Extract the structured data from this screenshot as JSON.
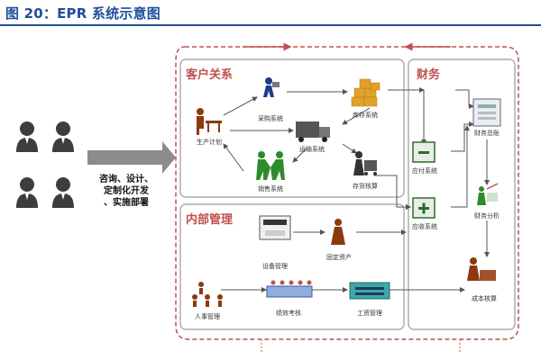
{
  "title": "图 20：EPR 系统示意图",
  "sections": {
    "customer": "客户关系",
    "finance": "财务",
    "internal": "内部管理"
  },
  "arrow_text": [
    "咨询、设计、",
    "定制化开发",
    "、实施部署"
  ],
  "nodes": {
    "purchase": "采购系统",
    "inventory": "库存系统",
    "production": "生产计划",
    "transport": "运输系统",
    "sales": "销售系统",
    "stock_accounting": "存货核算",
    "finance_total": "财务总账",
    "payable": "应付系统",
    "receivable": "应收系统",
    "finance_analysis": "财务分析",
    "equipment": "设备管理",
    "fixed_assets": "固定资产",
    "hr": "人事管理",
    "performance": "绩效考核",
    "payroll": "工资管理",
    "cost_accounting": "成本核算"
  },
  "colors": {
    "title": "#1f4e9a",
    "section_title": "#c0504d",
    "dashed_border": "#c0504d",
    "arrow_body": "#8c8c8c",
    "green_nodes": "#2e8b2e"
  }
}
